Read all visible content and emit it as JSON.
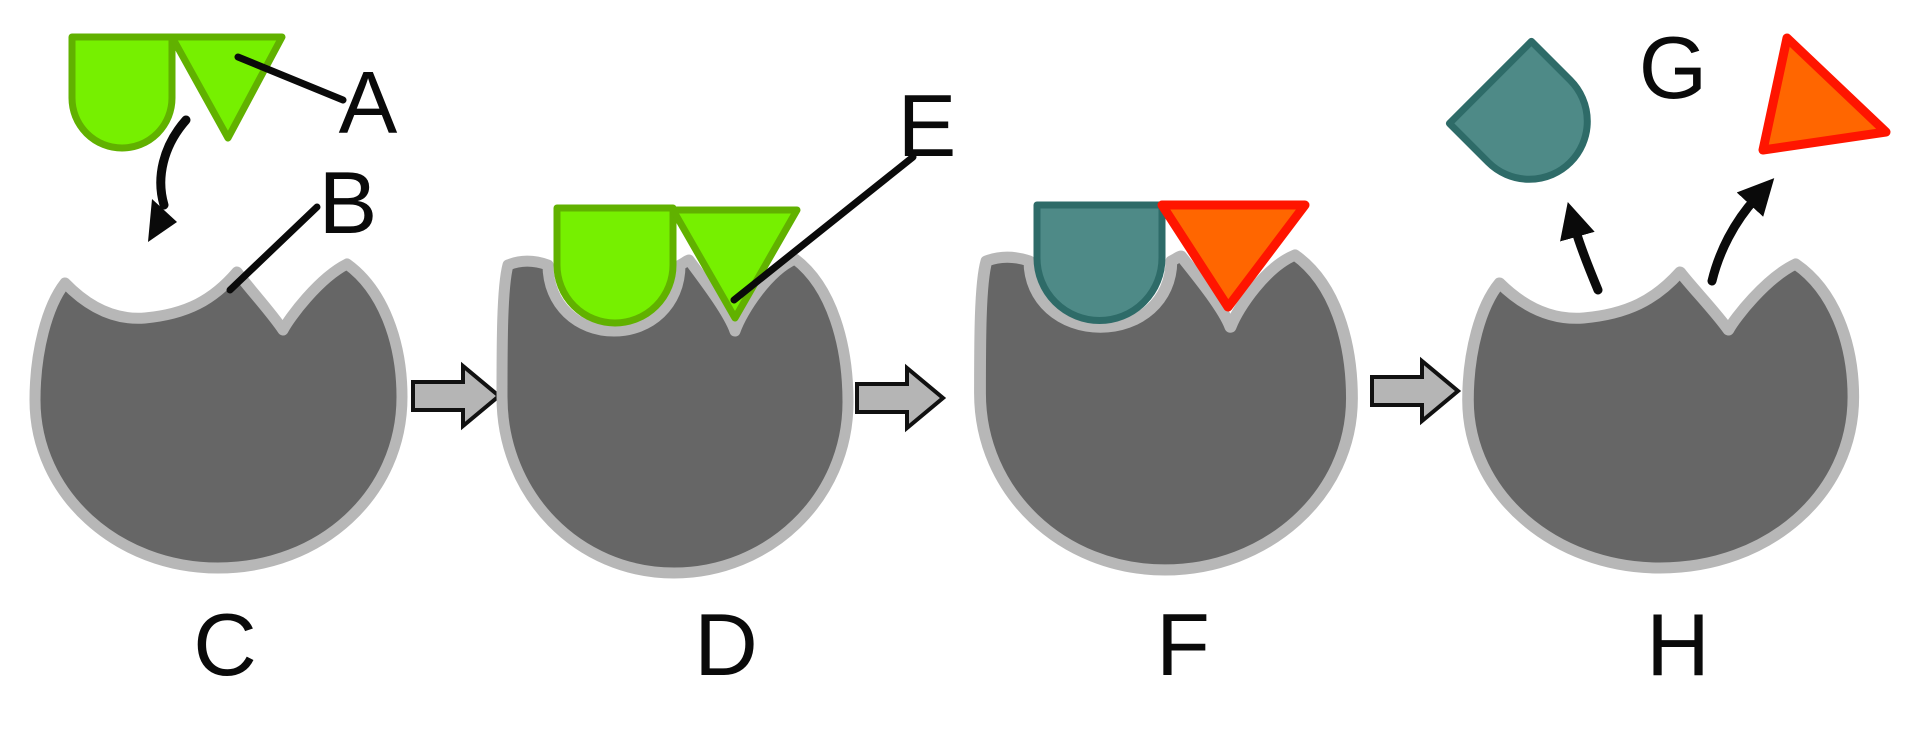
{
  "diagram": {
    "annotation_labels": {
      "a": "A",
      "b": "B",
      "e": "E",
      "g": "G"
    },
    "stage_labels": {
      "c": "C",
      "d": "D",
      "f": "F",
      "h": "H"
    }
  },
  "colors": {
    "background": "#ffffff",
    "annotation": "#0a0a0a",
    "enzyme_fill": "#666666",
    "enzyme_stroke": "#b7b7b7",
    "substrate_fill": "#76f000",
    "substrate_stroke": "#61b100",
    "product_dome_fill": "#4e8a87",
    "product_dome_stroke": "#2e6b68",
    "product_triangle_fill": "#ff6600",
    "product_triangle_stroke": "#ff1500",
    "flow_arrow_fill": "#b5b5b5",
    "flow_arrow_stroke": "#111111"
  }
}
